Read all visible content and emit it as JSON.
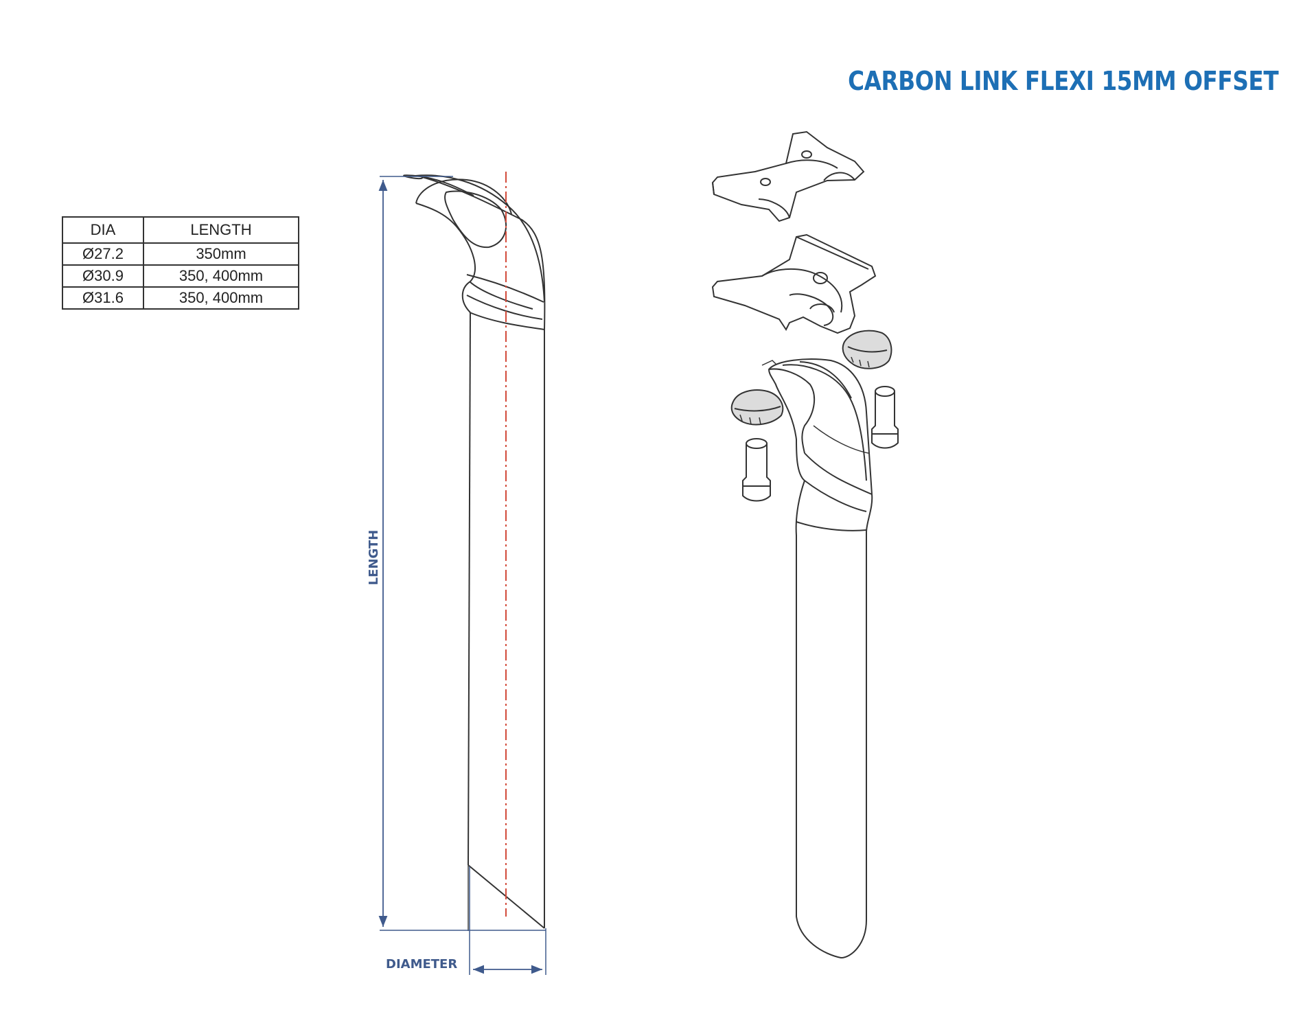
{
  "title": "CARBON LINK FLEXI 15MM OFFSET",
  "colors": {
    "title": "#1d6fb5",
    "dimension": "#3f5a8c",
    "centerline": "#d24a3a",
    "outline": "#333333"
  },
  "spec_table": {
    "headers": [
      "DIA",
      "LENGTH"
    ],
    "rows": [
      {
        "dia": "Ø27.2",
        "length": "350mm"
      },
      {
        "dia": "Ø30.9",
        "length": "350, 400mm"
      },
      {
        "dia": "Ø31.6",
        "length": "350, 400mm"
      }
    ]
  },
  "dimensions": {
    "length_label": "LENGTH",
    "diameter_label": "DIAMETER"
  }
}
